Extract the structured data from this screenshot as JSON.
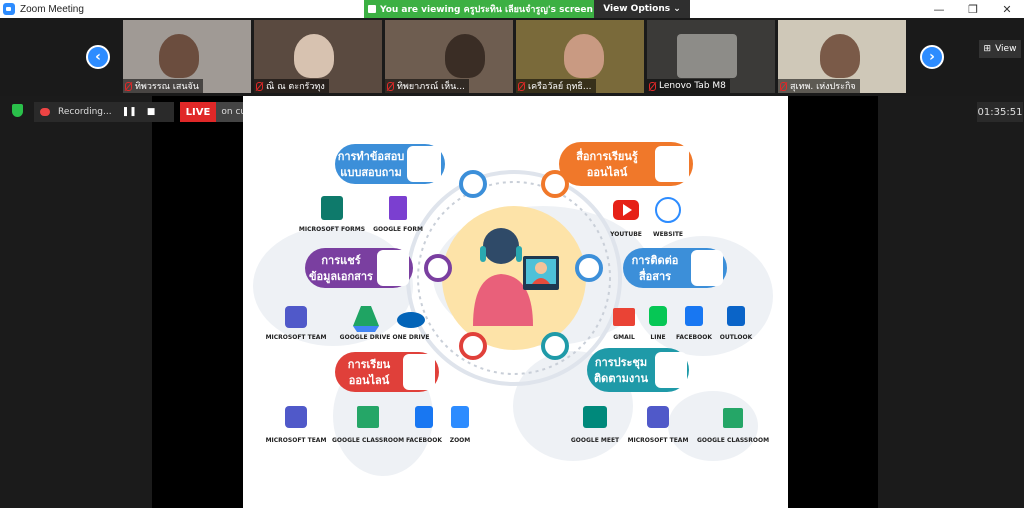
{
  "window": {
    "title": "Zoom Meeting",
    "controls": [
      "—",
      "❐",
      "✕"
    ]
  },
  "screen_share": {
    "viewing_text": "You are viewing ครูประทิน เลียนจำรูญ's screen",
    "view_options_label": "View Options ⌄"
  },
  "gallery": {
    "prev_label": "‹",
    "next_label": "›",
    "view_label": "View",
    "participants": [
      {
        "name": "ทิพวรรณ เสนจัน"
      },
      {
        "name": "ณิ ณ ตะกรัวทุง"
      },
      {
        "name": "ทิพยาภรณ์ เห็น..."
      },
      {
        "name": "เครือวัลย์ ฤทธิ..."
      },
      {
        "name": "Lenovo Tab M8"
      },
      {
        "name": "สุเทพ. เห่งประกิจ"
      }
    ]
  },
  "status": {
    "recording_label": "Recording...",
    "pause_label": "❚❚",
    "stop_label": "■",
    "live_label": "LIVE",
    "live_target": "on custom",
    "timer": "01:35:51"
  },
  "slide": {
    "left_top_label": [
      "การทำข้อสอบ",
      "แบบสอบถาม"
    ],
    "left_mid_label": [
      "การแชร์",
      "ข้อมูลเอกสาร"
    ],
    "left_bot_label": [
      "การเรียน",
      "ออนไลน์"
    ],
    "right_top_label": [
      "สื่อการเรียนรู้",
      "ออนไลน์"
    ],
    "right_mid_label": [
      "การติดต่อ",
      "สื่อสาร"
    ],
    "right_bot_label": [
      "การประชุม",
      "ติดตามงาน"
    ],
    "tools": {
      "ms_forms": "MICROSOFT FORMS",
      "google_form": "GOOGLE FORM",
      "youtube": "YOUTUBE",
      "website": "WEBSITE",
      "ms_team_1": "MICROSOFT TEAM",
      "google_drive": "GOOGLE DRIVE",
      "one_drive": "ONE DRIVE",
      "gmail": "GMAIL",
      "line": "LINE",
      "facebook_1": "FACEBOOK",
      "outlook": "OUTLOOK",
      "ms_team_2": "MICROSOFT TEAM",
      "google_classroom_1": "GOOGLE CLASSROOM",
      "facebook_2": "FACEBOOK",
      "zoom": "ZOOM",
      "google_meet": "GOOGLE MEET",
      "ms_team_3": "MICROSOFT TEAM",
      "google_classroom_2": "GOOGLE CLASSROOM"
    }
  },
  "colors": {
    "zoom_blue": "#2d8cff",
    "share_green": "#3cb043",
    "live_red": "#e02828",
    "pill_blue": "#3c8fd9",
    "pill_orange": "#f0782a",
    "pill_purple": "#7a3fa0",
    "pill_red": "#e0403a",
    "pill_teal": "#1f9aa8"
  }
}
